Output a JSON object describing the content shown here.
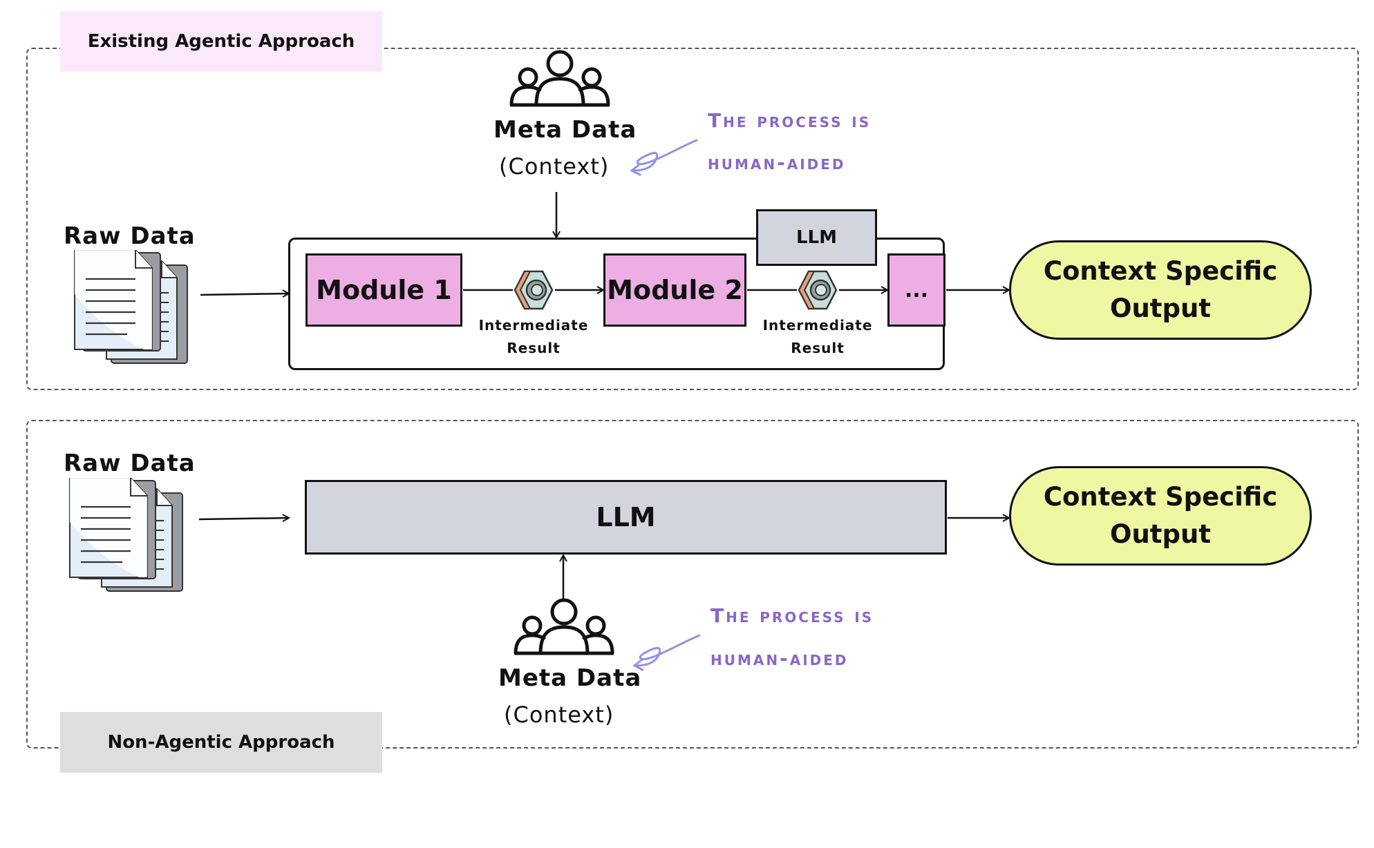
{
  "top_panel": {
    "tag": "Existing Agentic Approach",
    "raw_data": "Raw Data",
    "meta_data": "Meta Data",
    "meta_context": "(Context)",
    "note_line1": "The process is",
    "note_line2": "human-aided",
    "llm": "LLM",
    "module1": "Module 1",
    "module2": "Module 2",
    "ellipsis": "...",
    "ir1_line1": "Intermediate",
    "ir1_line2": "Result",
    "ir2_line1": "Intermediate",
    "ir2_line2": "Result",
    "output_line1": "Context Specific",
    "output_line2": "Output"
  },
  "bottom_panel": {
    "tag": "Non-Agentic Approach",
    "raw_data": "Raw Data",
    "llm": "LLM",
    "meta_data": "Meta Data",
    "meta_context": "(Context)",
    "note_line1": "The process is",
    "note_line2": "human-aided",
    "output_line1": "Context Specific",
    "output_line2": "Output"
  },
  "colors": {
    "module_fill": "#ecaee3",
    "llm_fill": "#d2d5dd",
    "output_fill": "#eff7a3",
    "note_text": "#8a66c8",
    "top_tag_fill": "#fbe9fb",
    "bottom_tag_fill": "#dedede"
  },
  "icons": {
    "people": "people-group-icon",
    "documents": "document-stack-icon",
    "intermediate": "hex-nut-icon",
    "annotation": "scribble-arrow-icon"
  }
}
